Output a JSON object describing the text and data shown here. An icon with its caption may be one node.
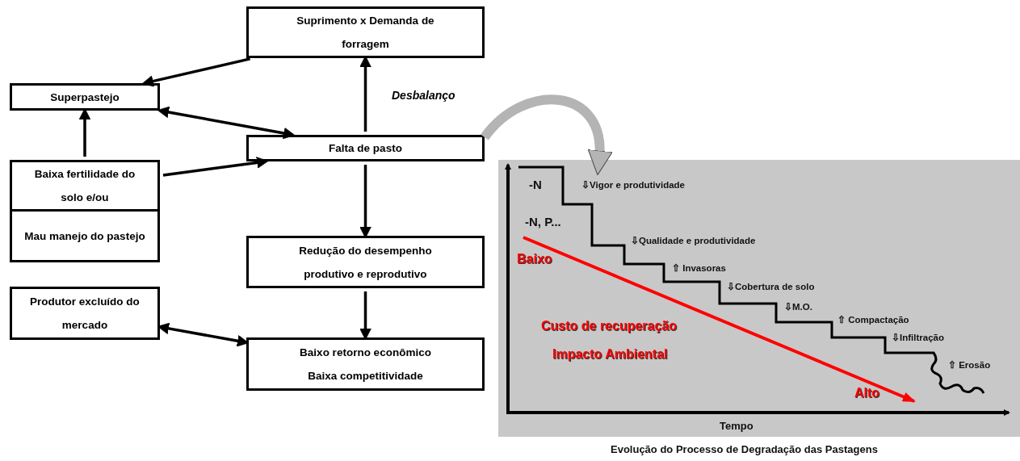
{
  "diagram": {
    "caption": "Evolução do Processo de Degradação das Pastagens",
    "nodes": [
      {
        "text": [
          "Suprimento x Demanda de forragem"
        ]
      },
      {
        "text": [
          "Superpastejo"
        ]
      },
      {
        "text": [
          "Falta de pasto"
        ]
      },
      {
        "text": [
          "Baixa fertilidade do solo e/ou"
        ]
      },
      {
        "text": [
          "Mau manejo do pastejo"
        ]
      },
      {
        "text": [
          "Redução do desempenho produtivo e reprodutivo"
        ]
      },
      {
        "text": [
          "Produtor excluído do mercado"
        ]
      },
      {
        "text": [
          "Baixo retorno econômico",
          "Baixa competitividade"
        ]
      },
      {
        "text": [],
        "shape": "box"
      }
    ],
    "edges": [
      {
        "from": 0,
        "to": 1,
        "arrow": "to"
      },
      {
        "from": 1,
        "to": 2,
        "arrow": "both"
      },
      {
        "from": 3,
        "to": 2,
        "arrow": "to"
      },
      {
        "from": 3,
        "to": 1,
        "arrow": "to"
      },
      {
        "from": 2,
        "to": 0,
        "arrow": "to",
        "label": "Desbalanço"
      },
      {
        "from": 2,
        "to": 5,
        "arrow": "to"
      },
      {
        "from": 5,
        "to": 7,
        "arrow": "to"
      },
      {
        "from": 6,
        "to": 7,
        "arrow": "both"
      },
      {
        "from": 2,
        "to": 8,
        "arrow": "to",
        "style": "thick",
        "color": "#b4b4b4"
      }
    ],
    "labels": [
      "-N",
      "⇩Vigor e produtividade",
      "-N, P...",
      "⇩Qualidade e produtividade",
      "Baixo",
      "⇧ Invasoras",
      "⇩Cobertura de solo",
      "⇩M.O.",
      "⇧ Compactação",
      "⇩Infiltração",
      "⇧ Erosão",
      "Custo de recuperação",
      "Impacto Ambiental",
      "Alto",
      "Tempo"
    ]
  }
}
